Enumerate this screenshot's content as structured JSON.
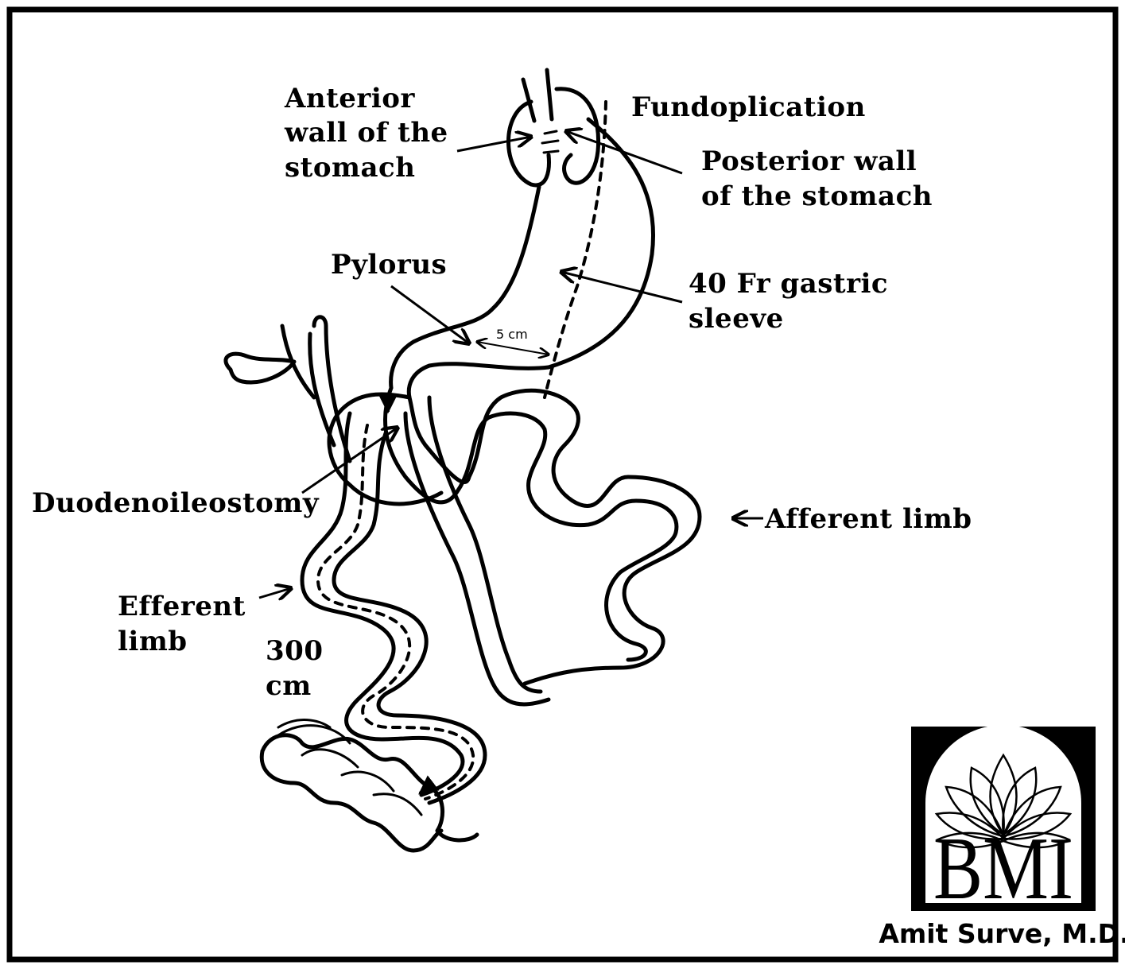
{
  "labels": {
    "anterior": [
      "Anterior",
      "wall of the",
      "stomach"
    ],
    "fundoplication": "Fundoplication",
    "posterior": [
      "Posterior wall",
      "of the stomach"
    ],
    "pylorus": "Pylorus",
    "sleeve": [
      "40 Fr gastric",
      "sleeve"
    ],
    "distance": "5 cm",
    "duodenoileostomy": "Duodenoileostomy",
    "afferent": "Afferent limb",
    "efferent": [
      "Efferent",
      "limb"
    ],
    "length": [
      "300",
      "cm"
    ]
  },
  "logo": {
    "letters": "BMI",
    "credit": "Amit Surve, M.D."
  }
}
